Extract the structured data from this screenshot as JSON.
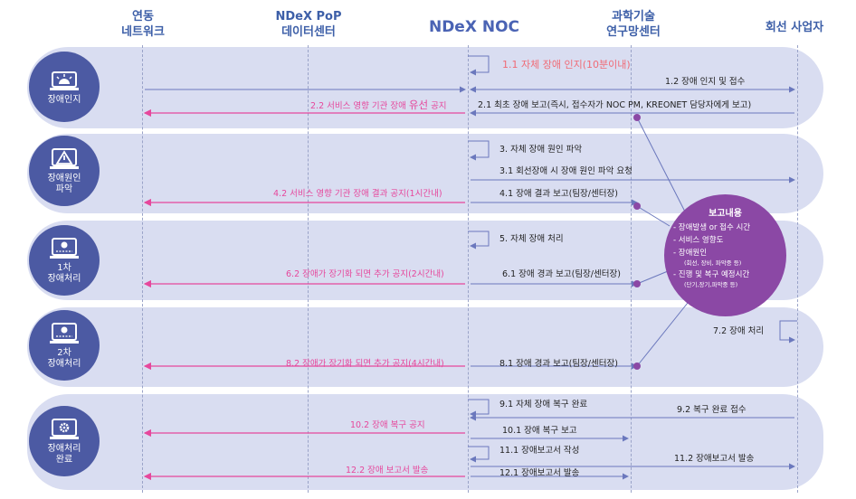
{
  "headers": {
    "linked_network": "연동\n네트워크",
    "ndex_pop": "NDeX PoP\n데이터센터",
    "ndex_noc": "NDeX NOC",
    "kisti": "과학기술\n연구망센터",
    "line_provider": "회선 사업자"
  },
  "phases": [
    {
      "label": "장애인지",
      "icon": "alarm-icon"
    },
    {
      "label": "장애원인\n파악",
      "icon": "warning-icon"
    },
    {
      "label": "1차\n장애처리",
      "icon": "laptop-icon"
    },
    {
      "label": "2차\n장애처리",
      "icon": "laptop-icon"
    },
    {
      "label": "장애처리\n완료",
      "icon": "gear-laptop-icon"
    }
  ],
  "steps": {
    "s1_1": "1.1 자체 장애 인지(10분이내)",
    "s1_2": "1.2 장애 인지 및 접수",
    "s2_2_pre": "2.2 서비스 영향 기관 장애 ",
    "s2_2_em": "유선",
    "s2_2_post": " 공지",
    "s2_1": "2.1 최초 장애 보고(즉시, 접수자가 NOC PM, KREONET 담당자에게 보고)",
    "s3": "3. 자체 장애 원인 파악",
    "s3_1": "3.1 회선장애 시 장애 원인 파악 요청",
    "s4_2": "4.2 서비스 영향 기관 장애 결과 공지(1시간내)",
    "s4_1": "4.1 장애 결과 보고(팀장/센터장)",
    "s5": "5. 자체 장애 처리",
    "s6_2": "6.2 장애가 장기화 되면 추가 공지(2시간내)",
    "s6_1": "6.1 장애 경과 보고(팀장/센터장)",
    "s7_2": "7.2 장애 처리",
    "s8_2": "8.2 장애가 장기화 되면 추가 공지(4시간내)",
    "s8_1": "8.1 장애 경과 보고(팀장/센터장)",
    "s9_1": "9.1 자체 장애 복구 완료",
    "s9_2": "9.2 복구 완료 접수",
    "s10_2": "10.2 장애 복구 공지",
    "s10_1": "10.1 장애 복구 보고",
    "s11_1": "11.1 장애보고서 작성",
    "s11_2": "11.2 장애보고서 발송",
    "s12_2": "12.2 장애 보고서 발송",
    "s12_1": "12.1 장애보고서 발송"
  },
  "report": {
    "title": "보고내용",
    "items": [
      "- 장애발생 or 접수 시간",
      "- 서비스 영향도",
      "- 장애원인",
      "- 진행 및 복구 예정시간"
    ],
    "sub1": "(회선, 장비, 파악중 등)",
    "sub2": "(단기,장기,파악중 등)"
  },
  "colors": {
    "band": "#d9ddf1",
    "icon": "#4c5aa3",
    "pink": "#e6479c",
    "arrow": "#6b78bd",
    "bubble": "#8b48a5"
  }
}
